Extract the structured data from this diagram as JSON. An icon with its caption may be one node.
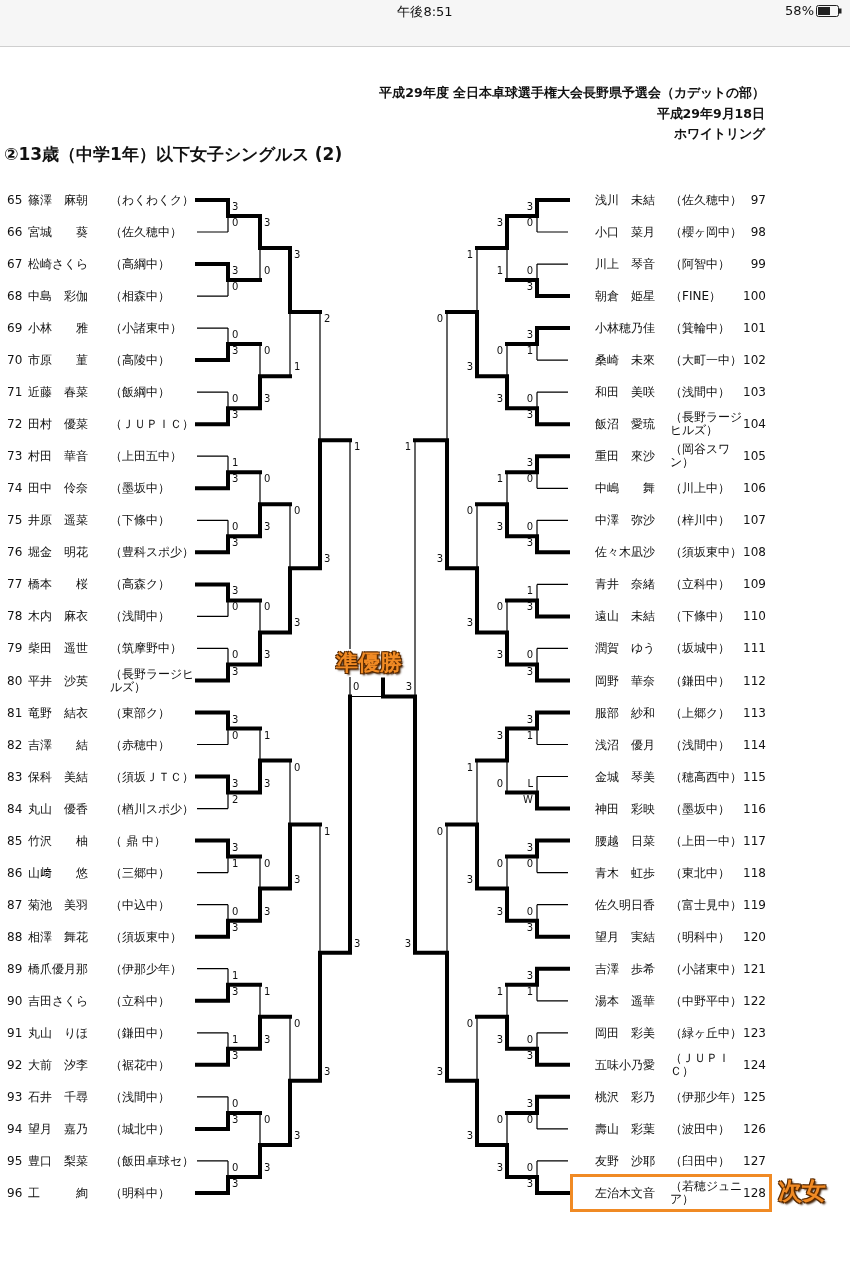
{
  "diagram": {
    "title": "②13歳（中学1年）以下女子シングルス (2)",
    "nodes": [
      {
        "text": [
          "65",
          "篠澤　麻朝",
          "（わくわくク）"
        ]
      },
      {
        "text": [
          "66",
          "宮城　　葵",
          "（佐久穂中）"
        ]
      },
      {
        "text": [
          "67",
          "松崎さくら",
          "（高綱中）"
        ]
      },
      {
        "text": [
          "68",
          "中島　彩伽",
          "（相森中）"
        ]
      },
      {
        "text": [
          "69",
          "小林　　雅",
          "（小諸東中）"
        ]
      },
      {
        "text": [
          "70",
          "市原　　菫",
          "（高陵中）"
        ]
      },
      {
        "text": [
          "71",
          "近藤　春菜",
          "（飯綱中）"
        ]
      },
      {
        "text": [
          "72",
          "田村　優菜",
          "（ＪＵＰＩＣ）"
        ]
      },
      {
        "text": [
          "73",
          "村田　華音",
          "（上田五中）"
        ]
      },
      {
        "text": [
          "74",
          "田中　伶奈",
          "（墨坂中）"
        ]
      },
      {
        "text": [
          "75",
          "井原　遥菜",
          "（下條中）"
        ]
      },
      {
        "text": [
          "76",
          "堀金　明花",
          "（豊科スポ少）"
        ]
      },
      {
        "text": [
          "77",
          "橋本　　桜",
          "（高森ク）"
        ]
      },
      {
        "text": [
          "78",
          "木内　麻衣",
          "（浅間中）"
        ]
      },
      {
        "text": [
          "79",
          "柴田　遥世",
          "（筑摩野中）"
        ]
      },
      {
        "text": [
          "80",
          "平井　沙英",
          "（長野ラージヒルズ）"
        ]
      },
      {
        "text": [
          "81",
          "竜野　結衣",
          "（東部ク）"
        ]
      },
      {
        "text": [
          "82",
          "吉澤　　結",
          "（赤穂中）"
        ]
      },
      {
        "text": [
          "83",
          "保科　美結",
          "（須坂ＪＴＣ）"
        ]
      },
      {
        "text": [
          "84",
          "丸山　優香",
          "（楢川スポ少）"
        ]
      },
      {
        "text": [
          "85",
          "竹沢　　柚",
          "（ 鼎 中）"
        ]
      },
      {
        "text": [
          "86",
          "山﨑　　悠",
          "（三郷中）"
        ]
      },
      {
        "text": [
          "87",
          "菊池　美羽",
          "（中込中）"
        ]
      },
      {
        "text": [
          "88",
          "相澤　舞花",
          "（須坂東中）"
        ]
      },
      {
        "text": [
          "89",
          "橋爪優月那",
          "（伊那少年）"
        ]
      },
      {
        "text": [
          "90",
          "吉田さくら",
          "（立科中）"
        ]
      },
      {
        "text": [
          "91",
          "丸山　りほ",
          "（鎌田中）"
        ]
      },
      {
        "text": [
          "92",
          "大前　汐李",
          "（裾花中）"
        ]
      },
      {
        "text": [
          "93",
          "石井　千尋",
          "（浅間中）"
        ]
      },
      {
        "text": [
          "94",
          "望月　嘉乃",
          "（城北中）"
        ]
      },
      {
        "text": [
          "95",
          "豊口　梨菜",
          "（飯田卓球セ）"
        ]
      },
      {
        "text": [
          "96",
          "工　　　絢",
          "（明科中）"
        ]
      },
      {
        "text": [
          "浅川　未結",
          "（佐久穂中）",
          "97"
        ]
      },
      {
        "text": [
          "小口　菜月",
          "（櫻ヶ岡中）",
          "98"
        ]
      },
      {
        "text": [
          "川上　琴音",
          "（阿智中）",
          "99"
        ]
      },
      {
        "text": [
          "朝倉　姫星",
          "（FINE）",
          "100"
        ]
      },
      {
        "text": [
          "小林穂乃佳",
          "（箕輪中）",
          "101"
        ]
      },
      {
        "text": [
          "桑崎　未來",
          "（大町一中）",
          "102"
        ]
      },
      {
        "text": [
          "和田　美咲",
          "（浅間中）",
          "103"
        ]
      },
      {
        "text": [
          "飯沼　愛琉",
          "（長野ラージヒルズ）",
          "104"
        ]
      },
      {
        "text": [
          "重田　來沙",
          "（岡谷スワン）",
          "105"
        ]
      },
      {
        "text": [
          "中嶋　　舞",
          "（川上中）",
          "106"
        ]
      },
      {
        "text": [
          "中澤　弥沙",
          "（梓川中）",
          "107"
        ]
      },
      {
        "text": [
          "佐々木凪沙",
          "（須坂東中）",
          "108"
        ]
      },
      {
        "text": [
          "青井　奈緒",
          "（立科中）",
          "109"
        ]
      },
      {
        "text": [
          "遠山　未結",
          "（下條中）",
          "110"
        ]
      },
      {
        "text": [
          "潤賀　ゆう",
          "（坂城中）",
          "111"
        ]
      },
      {
        "text": [
          "岡野　華奈",
          "（鎌田中）",
          "112"
        ]
      },
      {
        "text": [
          "服部　紗和",
          "（上郷ク）",
          "113"
        ]
      },
      {
        "text": [
          "浅沼　優月",
          "（浅間中）",
          "114"
        ]
      },
      {
        "text": [
          "金城　琴美",
          "（穂高西中）",
          "115"
        ]
      },
      {
        "text": [
          "神田　彩映",
          "（墨坂中）",
          "116"
        ]
      },
      {
        "text": [
          "腰越　日菜",
          "（上田一中）",
          "117"
        ]
      },
      {
        "text": [
          "青木　虹歩",
          "（東北中）",
          "118"
        ]
      },
      {
        "text": [
          "佐久明日香",
          "（富士見中）",
          "119"
        ]
      },
      {
        "text": [
          "望月　実結",
          "（明科中）",
          "120"
        ]
      },
      {
        "text": [
          "吉澤　歩希",
          "（小諸東中）",
          "121"
        ]
      },
      {
        "text": [
          "湯本　遥華",
          "（中野平中）",
          "122"
        ]
      },
      {
        "text": [
          "岡田　彩美",
          "（緑ヶ丘中）",
          "123"
        ]
      },
      {
        "text": [
          "五味小乃愛",
          "（ＪＵＰＩＣ）",
          "124"
        ]
      },
      {
        "text": [
          "桃沢　彩乃",
          "（伊那少年）",
          "125"
        ]
      },
      {
        "text": [
          "壽山　彩葉",
          "（波田中）",
          "126"
        ]
      },
      {
        "text": [
          "友野　沙耶",
          "（臼田中）",
          "127"
        ]
      },
      {
        "text": [
          "左治木文音",
          "（若穂ジュニア）",
          "128"
        ],
        "beside": [
          "次女"
        ]
      }
    ],
    "labels": [
      "午後8:51",
      "58%",
      "平成29年度 全日本卓球選手権大会長野県予選会（カデットの部）",
      "平成29年9月18日",
      "ホワイトリング",
      "準優勝",
      "3",
      "0",
      "3",
      "0",
      "0",
      "3",
      "0",
      "3",
      "1",
      "3",
      "0",
      "3",
      "3",
      "0",
      "0",
      "3",
      "3",
      "0",
      "3",
      "2",
      "3",
      "1",
      "0",
      "3",
      "1",
      "3",
      "1",
      "3",
      "0",
      "3",
      "0",
      "3",
      "3",
      "0",
      "0",
      "3",
      "0",
      "3",
      "0",
      "3",
      "1",
      "3",
      "0",
      "3",
      "1",
      "3",
      "0",
      "3",
      "3",
      "1",
      "0",
      "3",
      "0",
      "3",
      "0",
      "3",
      "2",
      "3",
      "1",
      "3",
      "1",
      "3",
      "3",
      "0",
      "0",
      "3",
      "3",
      "1",
      "0",
      "3",
      "3",
      "0",
      "0",
      "3",
      "1",
      "3",
      "0",
      "3",
      "3",
      "1",
      "L",
      "W",
      "3",
      "0",
      "0",
      "3",
      "3",
      "1",
      "0",
      "3",
      "3",
      "0",
      "0",
      "3",
      "3",
      "1",
      "0",
      "3",
      "1",
      "3",
      "0",
      "3",
      "3",
      "0",
      "0",
      "3",
      "1",
      "3",
      "0",
      "3",
      "1",
      "3",
      "0",
      "3",
      "1",
      "3",
      "0",
      "3",
      "0",
      "3",
      "0",
      "3",
      "1",
      "3",
      "0",
      "3"
    ]
  }
}
